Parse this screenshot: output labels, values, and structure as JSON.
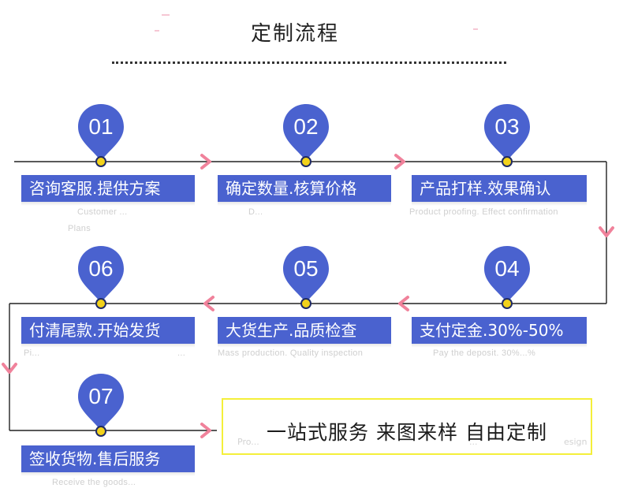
{
  "header": {
    "title": "定制流程"
  },
  "steps": [
    {
      "number": "01",
      "label": "咨询客服.提供方案",
      "sub": "Customer ...",
      "sub2": "Plans"
    },
    {
      "number": "02",
      "label": "确定数量.核算价格",
      "sub": "D..."
    },
    {
      "number": "03",
      "label": "产品打样.效果确认",
      "sub": "Product proofing. Effect confirmation"
    },
    {
      "number": "04",
      "label": "支付定金.30%-50%",
      "sub": "Pay the deposit. 30%...%"
    },
    {
      "number": "05",
      "label": "大货生产.品质检查",
      "sub": "Mass production. Quality inspection"
    },
    {
      "number": "06",
      "label": "付清尾款.开始发货",
      "sub": "Pi...",
      "sub2": "..."
    },
    {
      "number": "07",
      "label": "签收货物.售后服务",
      "sub": "Receive the goods..."
    }
  ],
  "slogan": {
    "text": "一站式服务  来图来样  自由定制",
    "sub_left": "Pro...",
    "sub_mid": "...",
    "sub_right": "esign"
  },
  "colors": {
    "accent": "#4a62cf",
    "arrow": "#f0829b",
    "pin_dot": "#f2d21b",
    "slogan_border": "#f4ef3a"
  },
  "icons": {
    "pin": "map-pin-icon",
    "arrow": "chevron-right-icon"
  }
}
